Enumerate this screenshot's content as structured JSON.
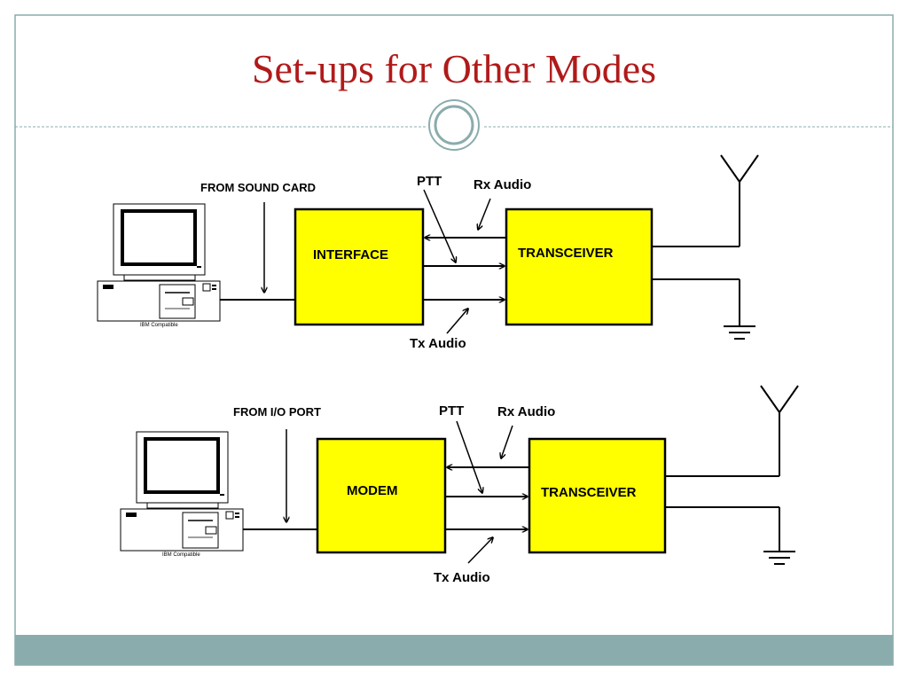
{
  "slide": {
    "title": "Set-ups for Other Modes",
    "colors": {
      "title": "#b11a1a",
      "box_fill": "#ffff00",
      "frame": "#8aacac",
      "footer": "#8aacac"
    }
  },
  "diagram_top": {
    "source_label": "FROM SOUND CARD",
    "ptt_label": "PTT",
    "rx_label": "Rx Audio",
    "tx_label": "Tx Audio",
    "left_box": "INTERFACE",
    "right_box": "TRANSCEIVER",
    "computer_caption": "IBM Compatible"
  },
  "diagram_bottom": {
    "source_label": "FROM I/O PORT",
    "ptt_label": "PTT",
    "rx_label": "Rx Audio",
    "tx_label": "Tx Audio",
    "left_box": "MODEM",
    "right_box": "TRANSCEIVER",
    "computer_caption": "IBM Compatible"
  }
}
